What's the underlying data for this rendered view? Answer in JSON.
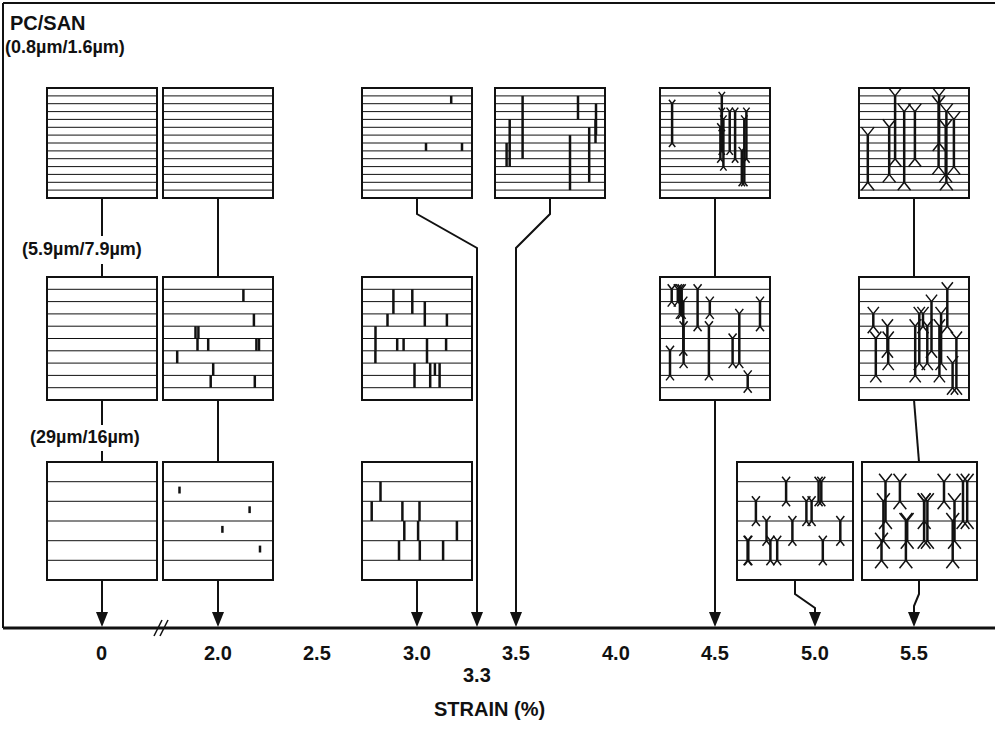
{
  "diagram": {
    "labels": [
      "PC/SAN",
      "(0.8µm/1.6µm)",
      "(5.9µm/7.9µm)",
      "(29µm/16µm)",
      "0",
      "2.0",
      "2.5",
      "3.0",
      "3.3",
      "3.5",
      "4.0",
      "4.5",
      "5.0",
      "5.5",
      "STRAIN (%)"
    ]
  }
}
